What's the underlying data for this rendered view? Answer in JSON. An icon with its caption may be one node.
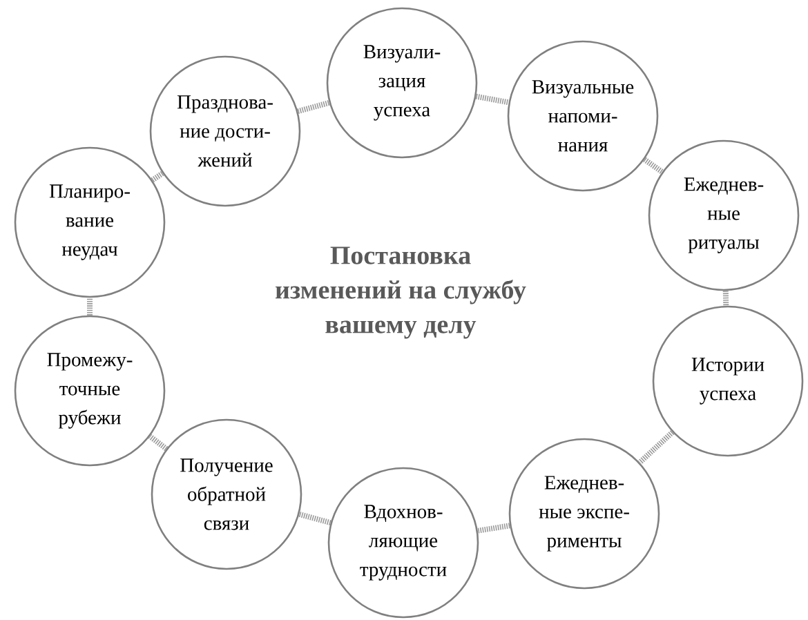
{
  "diagram": {
    "title": "Постановка изменений на службу вашему делу",
    "nodes": [
      {
        "text": [
          "Визуали- зация успеха"
        ]
      },
      {
        "text": [
          "Визуальные напоми- нания"
        ]
      },
      {
        "text": [
          "Ежеднев- ные ритуалы"
        ]
      },
      {
        "text": [
          "Истории успеха"
        ]
      },
      {
        "text": [
          "Ежеднев- ные экспе- рименты"
        ]
      },
      {
        "text": [
          "Вдохнов- ляющие трудности"
        ]
      },
      {
        "text": [
          "Получение обратной связи"
        ]
      },
      {
        "text": [
          "Промежу- точные рубежи"
        ]
      },
      {
        "text": [
          "Планиро- вание неудач"
        ]
      },
      {
        "text": [
          "Празднова- ние дости- жений"
        ]
      }
    ],
    "edges": [
      {
        "from": 0,
        "to": 1,
        "arrow": "none"
      },
      {
        "from": 1,
        "to": 2,
        "arrow": "none"
      },
      {
        "from": 2,
        "to": 3,
        "arrow": "none"
      },
      {
        "from": 3,
        "to": 4,
        "arrow": "none"
      },
      {
        "from": 4,
        "to": 5,
        "arrow": "none"
      },
      {
        "from": 5,
        "to": 6,
        "arrow": "none"
      },
      {
        "from": 6,
        "to": 7,
        "arrow": "none"
      },
      {
        "from": 7,
        "to": 8,
        "arrow": "none"
      },
      {
        "from": 8,
        "to": 9,
        "arrow": "none"
      },
      {
        "from": 9,
        "to": 0,
        "arrow": "none"
      }
    ]
  }
}
